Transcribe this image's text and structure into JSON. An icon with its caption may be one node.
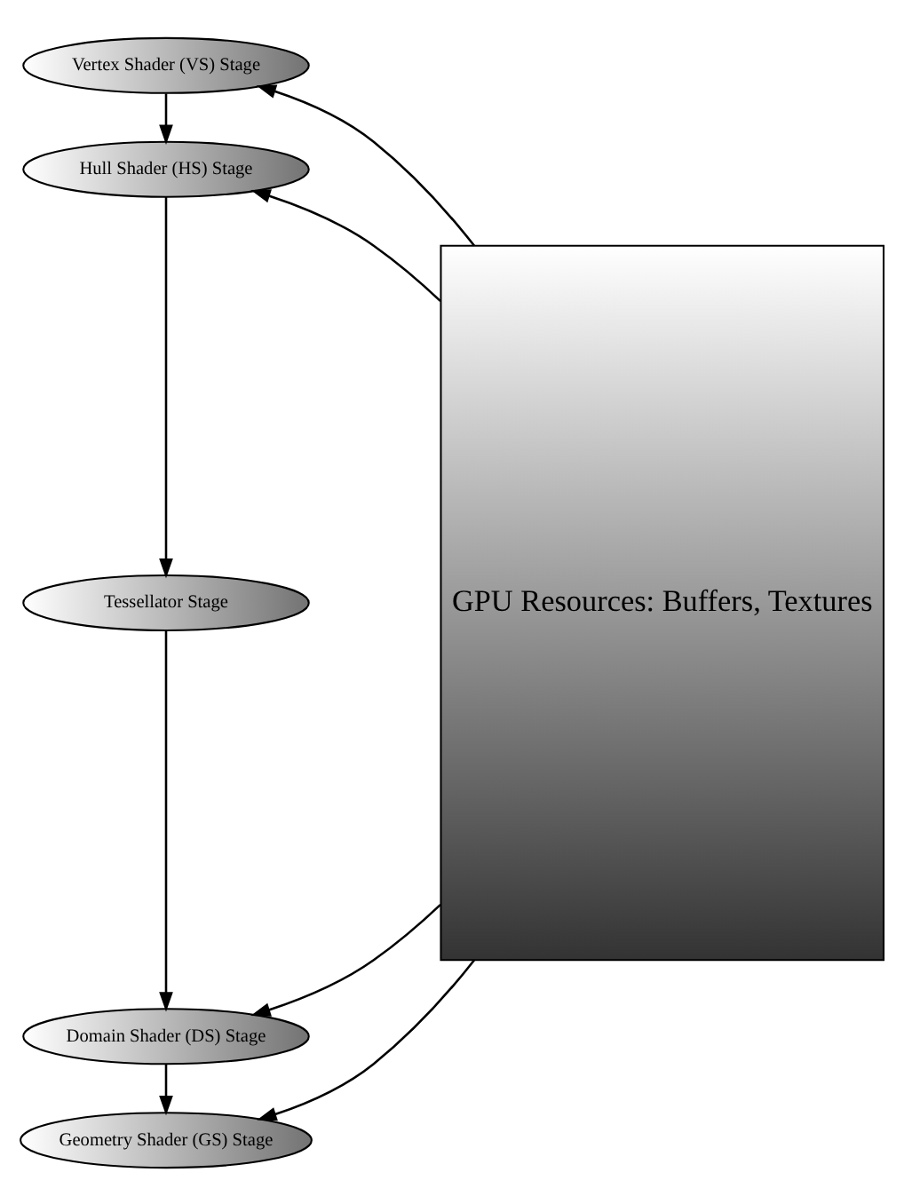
{
  "diagram": {
    "nodes": [
      {
        "text": [
          "Vertex Shader (VS) Stage"
        ]
      },
      {
        "text": [
          "Hull Shader (HS) Stage"
        ]
      },
      {
        "text": [
          "Tessellator Stage"
        ]
      },
      {
        "text": [
          "Domain Shader (DS) Stage"
        ]
      },
      {
        "text": [
          "Geometry Shader (GS) Stage"
        ]
      },
      {
        "text": [
          "GPU Resources: Buffers, Textures"
        ]
      }
    ],
    "edges": [
      {
        "from": 0,
        "to": 1,
        "arrow": "to"
      },
      {
        "from": 1,
        "to": 2,
        "arrow": "to"
      },
      {
        "from": 2,
        "to": 3,
        "arrow": "to"
      },
      {
        "from": 3,
        "to": 4,
        "arrow": "to"
      },
      {
        "from": 5,
        "to": 0,
        "arrow": "to"
      },
      {
        "from": 5,
        "to": 1,
        "arrow": "to"
      },
      {
        "from": 5,
        "to": 3,
        "arrow": "to"
      },
      {
        "from": 5,
        "to": 4,
        "arrow": "to"
      }
    ]
  }
}
